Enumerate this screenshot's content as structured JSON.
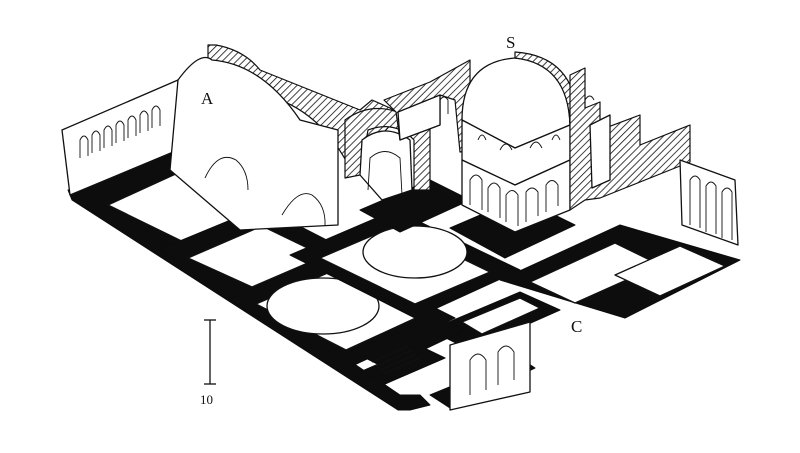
{
  "labels": {
    "a": "A",
    "s": "S",
    "c": "C"
  },
  "scale_bar": {
    "value": "10"
  },
  "colors": {
    "ink": "#111111",
    "paper": "#ffffff"
  }
}
